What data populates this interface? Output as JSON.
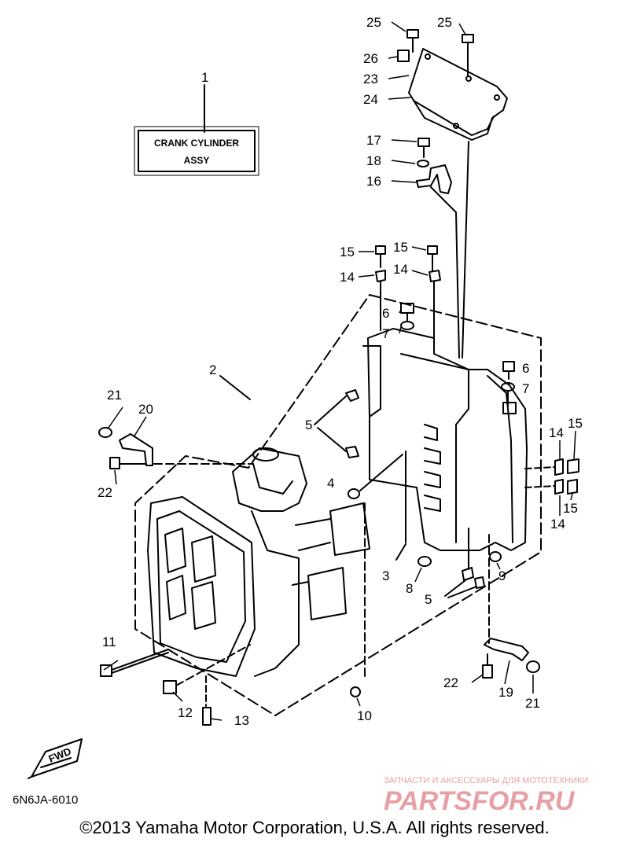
{
  "assembly_box": {
    "line1": "CRANK CYLINDER",
    "line2": "ASSY"
  },
  "callouts": [
    {
      "id": "c1",
      "text": "1"
    },
    {
      "id": "c2",
      "text": "2"
    },
    {
      "id": "c3",
      "text": "3"
    },
    {
      "id": "c4",
      "text": "4"
    },
    {
      "id": "c5a",
      "text": "5"
    },
    {
      "id": "c5b",
      "text": "5"
    },
    {
      "id": "c6a",
      "text": "6"
    },
    {
      "id": "c6b",
      "text": "6"
    },
    {
      "id": "c7a",
      "text": "7"
    },
    {
      "id": "c7b",
      "text": "7"
    },
    {
      "id": "c8",
      "text": "8"
    },
    {
      "id": "c9",
      "text": "9"
    },
    {
      "id": "c10",
      "text": "10"
    },
    {
      "id": "c11",
      "text": "11"
    },
    {
      "id": "c12",
      "text": "12"
    },
    {
      "id": "c13",
      "text": "13"
    },
    {
      "id": "c14a",
      "text": "14"
    },
    {
      "id": "c14b",
      "text": "14"
    },
    {
      "id": "c14c",
      "text": "14"
    },
    {
      "id": "c14d",
      "text": "14"
    },
    {
      "id": "c15a",
      "text": "15"
    },
    {
      "id": "c15b",
      "text": "15"
    },
    {
      "id": "c15c",
      "text": "15"
    },
    {
      "id": "c15d",
      "text": "15"
    },
    {
      "id": "c16",
      "text": "16"
    },
    {
      "id": "c17",
      "text": "17"
    },
    {
      "id": "c18",
      "text": "18"
    },
    {
      "id": "c19",
      "text": "19"
    },
    {
      "id": "c20",
      "text": "20"
    },
    {
      "id": "c21a",
      "text": "21"
    },
    {
      "id": "c21b",
      "text": "21"
    },
    {
      "id": "c22a",
      "text": "22"
    },
    {
      "id": "c22b",
      "text": "22"
    },
    {
      "id": "c23",
      "text": "23"
    },
    {
      "id": "c24",
      "text": "24"
    },
    {
      "id": "c25a",
      "text": "25"
    },
    {
      "id": "c25b",
      "text": "25"
    },
    {
      "id": "c26",
      "text": "26"
    }
  ],
  "fwd_label": "FWD",
  "diagram_code": "6N6JA-6010",
  "watermark": {
    "tagline": "ЗАПЧАСТИ И АКСЕССУАРЫ ДЛЯ МОТОТЕХНИКИ",
    "brand": "PARTSFOR.RU",
    "color": "#e8a0a4"
  },
  "copyright": "©2013 Yamaha Motor Corporation, U.S.A. All rights reserved."
}
